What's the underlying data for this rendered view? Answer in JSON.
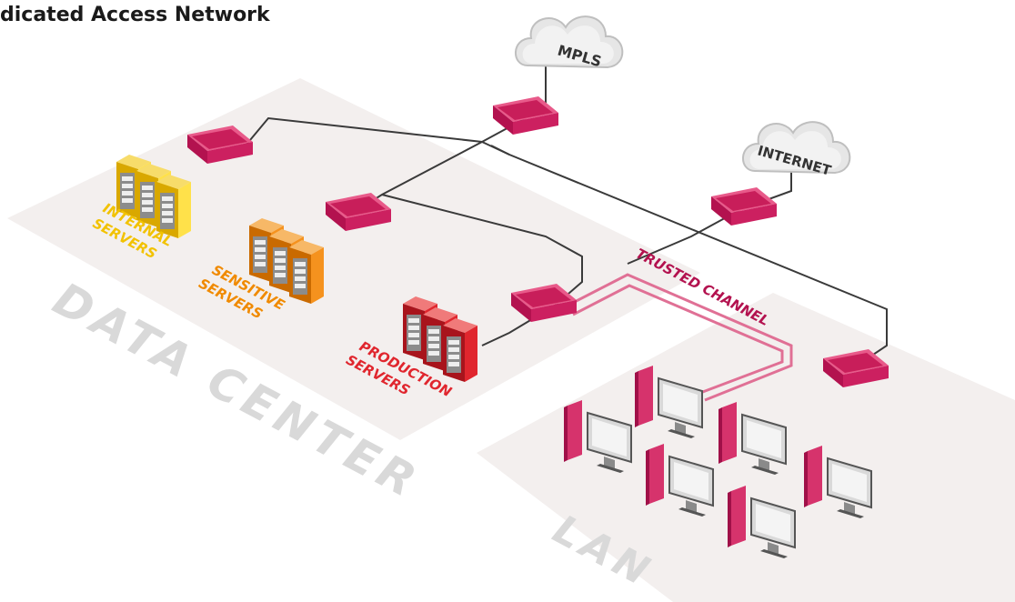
{
  "title": "dicated Access Network",
  "zones": {
    "data_center": "DATA CENTER",
    "lan": "LAN"
  },
  "clouds": {
    "mpls": "MPLS",
    "internet": "INTERNET"
  },
  "server_groups": {
    "internal": {
      "line1": "INTERNAL",
      "line2": "SERVERS",
      "color": "#f2c200"
    },
    "sensitive": {
      "line1": "SENSITIVE",
      "line2": "SERVERS",
      "color": "#f08a00"
    },
    "production": {
      "line1": "PRODUCTION",
      "line2": "SERVERS",
      "color": "#e0262e"
    }
  },
  "trusted_channel": "TRUSTED CHANNEL",
  "colors": {
    "appliance": "#d6336c",
    "trusted": "#e07095",
    "platform": "#f3efee"
  }
}
